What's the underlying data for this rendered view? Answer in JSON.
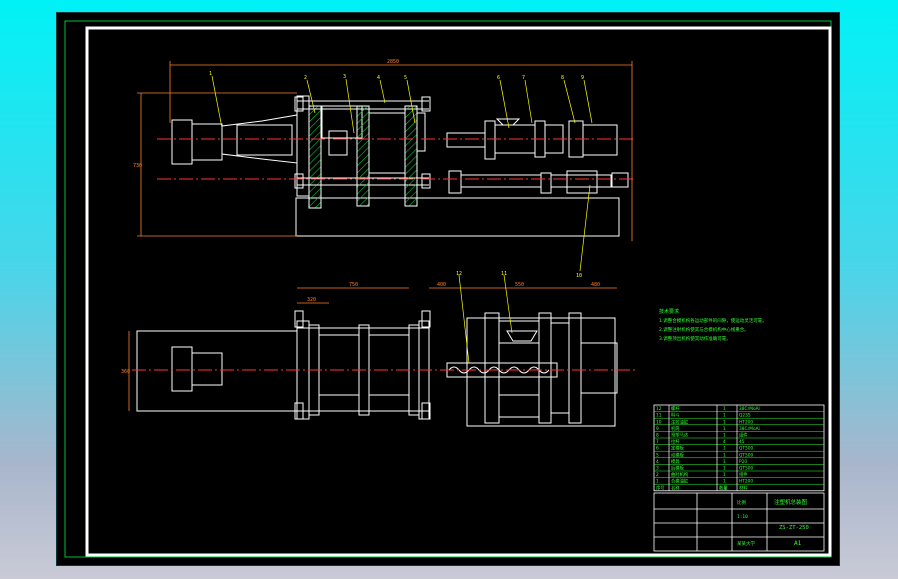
{
  "drawing": {
    "notes": {
      "title": "技术要求",
      "lines": [
        "1.调整合模机构各运动部件的间隙，使运动灵活可靠。",
        "2.调整注射机构使其与合模机构中心线重合。",
        "3.调整顶出机构使其动作准确可靠。"
      ]
    },
    "part_labels_front": [
      "1",
      "2",
      "3",
      "4",
      "5",
      "6",
      "7",
      "8",
      "9",
      "10"
    ],
    "part_labels_top": [
      "11",
      "12"
    ],
    "dims_front": [
      "2850",
      "730"
    ],
    "dims_top": [
      "750",
      "320",
      "400",
      "550",
      "480",
      "360"
    ],
    "title_block": {
      "title": "注塑机总装图",
      "drawing_no": "ZS-ZT-250",
      "sheet_size": "A1",
      "scale_label": "比例",
      "scale_value": "1:10",
      "company": "某某大学"
    },
    "bom_rows": [
      {
        "no": "12",
        "name": "螺杆",
        "qty": "1",
        "material": "38CrMoAl"
      },
      {
        "no": "11",
        "name": "料斗",
        "qty": "1",
        "material": "Q235"
      },
      {
        "no": "10",
        "name": "注射油缸",
        "qty": "1",
        "material": "HT200"
      },
      {
        "no": "9",
        "name": "机筒",
        "qty": "1",
        "material": "38CrMoAl"
      },
      {
        "no": "8",
        "name": "预塑马达",
        "qty": "1",
        "material": "组件"
      },
      {
        "no": "7",
        "name": "拉杆",
        "qty": "4",
        "material": "45"
      },
      {
        "no": "6",
        "name": "定模板",
        "qty": "1",
        "material": "QT500"
      },
      {
        "no": "5",
        "name": "动模板",
        "qty": "1",
        "material": "QT500"
      },
      {
        "no": "4",
        "name": "模具",
        "qty": "1",
        "material": "P20"
      },
      {
        "no": "3",
        "name": "后模板",
        "qty": "1",
        "material": "QT500"
      },
      {
        "no": "2",
        "name": "曲肘机构",
        "qty": "1",
        "material": "组件"
      },
      {
        "no": "1",
        "name": "合模油缸",
        "qty": "1",
        "material": "HT200"
      }
    ],
    "bom_header": {
      "no": "序号",
      "name": "名称",
      "qty": "数量",
      "material": "材料"
    }
  },
  "colors": {
    "background": "#000000",
    "frame": "#ffffff",
    "outline": "#ffffff",
    "centerline": "#ff3333",
    "dimension": "#ff7f27",
    "hatch": "#00cc33",
    "labels": "#ffff00",
    "table": "#33ff33",
    "bluebar": "#2222ff"
  }
}
